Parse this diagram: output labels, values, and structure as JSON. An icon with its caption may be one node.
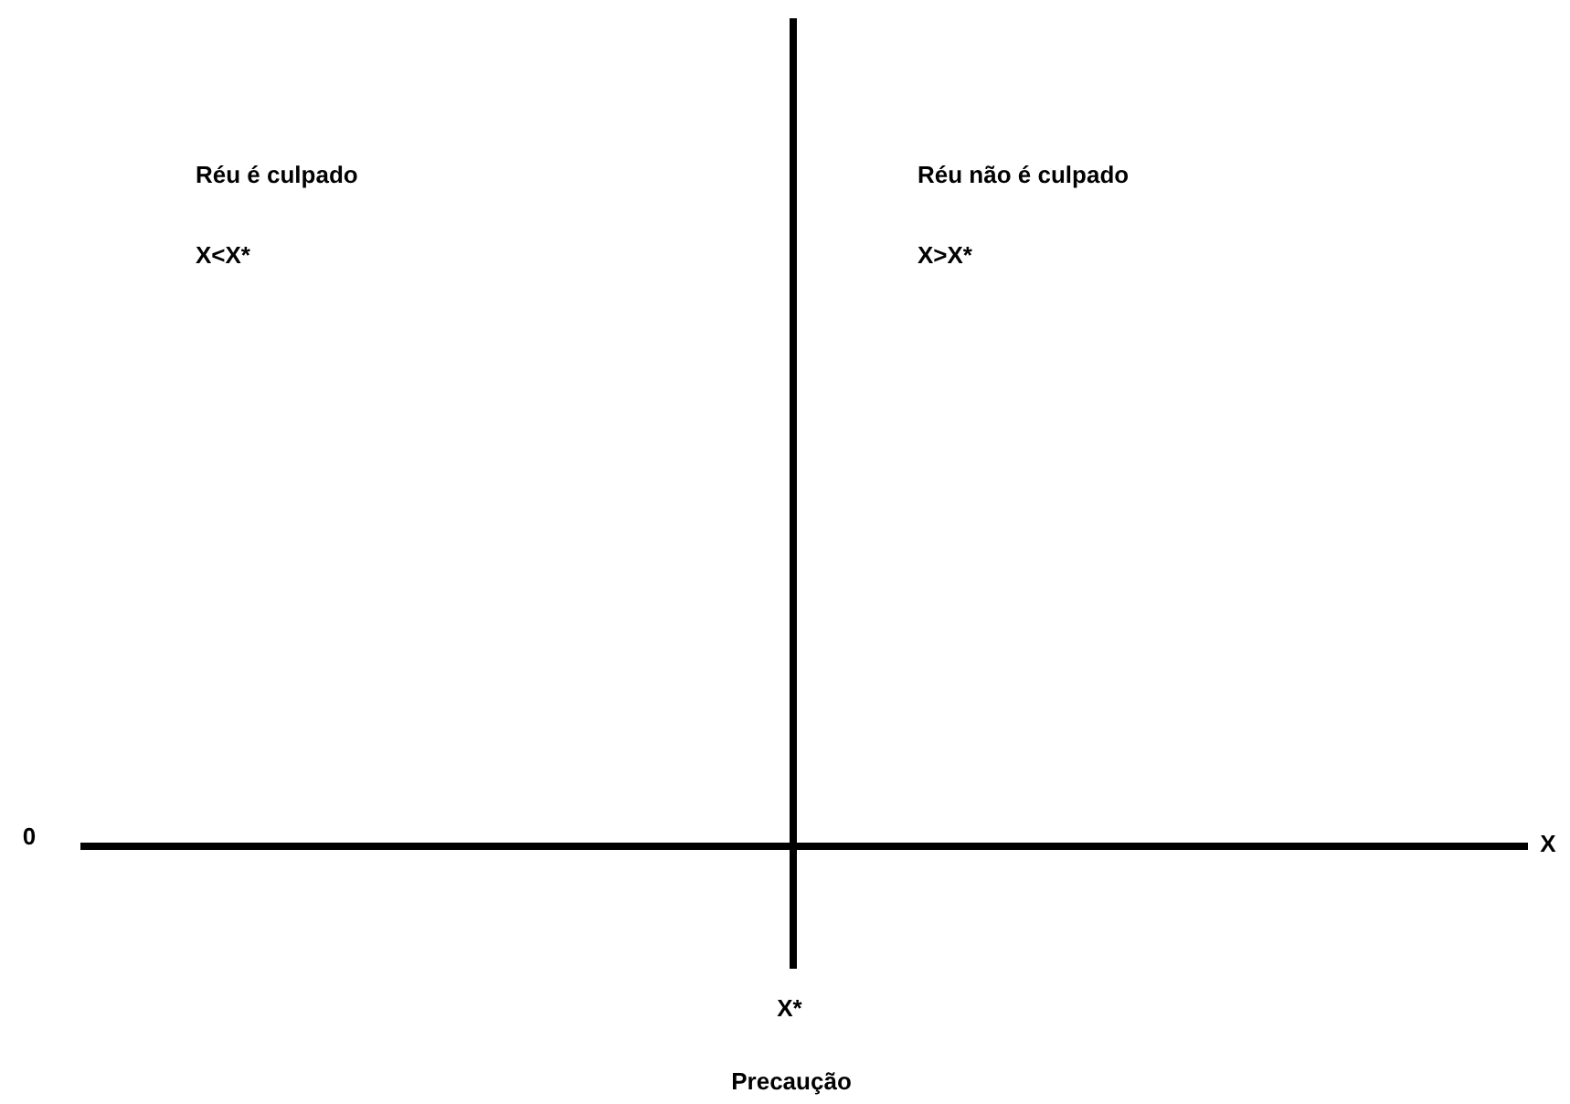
{
  "diagram": {
    "labels": [
      "Réu é culpado",
      "Réu não é culpado",
      "X<X*",
      "X>X*",
      "0",
      "X",
      "X*",
      "Precaução"
    ]
  }
}
